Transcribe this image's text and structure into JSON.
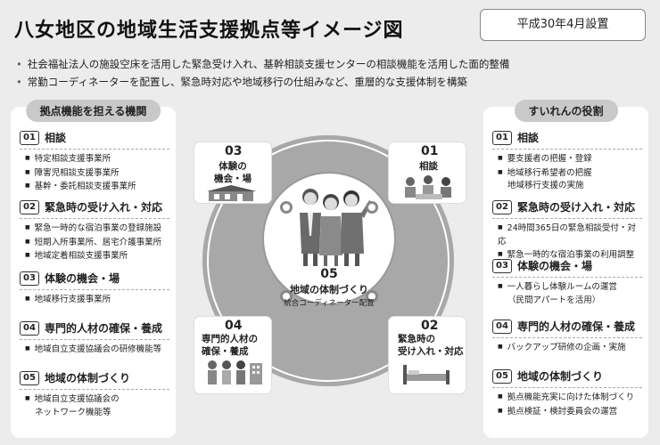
{
  "header": {
    "title": "八女地区の地域生活支援拠点等イメージ図",
    "date": "平成30年4月設置"
  },
  "bullets": [
    "社会福祉法人の施設空床を活用した緊急受け入れ、基幹相談支援センターの相談機能を活用した面的整備",
    "常勤コーディネーターを配置し、緊急時対応や地域移行の仕組みなど、重層的な支援体制を構築"
  ],
  "left_panel": {
    "title": "拠点機能を担える機関",
    "sections": [
      {
        "num": "01",
        "title": "相談",
        "items": [
          "特定相談支援事業所",
          "障害児相談支援事業所",
          "基幹・委託相談支援事業所"
        ]
      },
      {
        "num": "02",
        "title": "緊急時の受け入れ・対応",
        "items": [
          "緊急一時的な宿泊事業の登録施設",
          "短期入所事業所、居宅介護事業所",
          "地域定着相談支援事業所"
        ]
      },
      {
        "num": "03",
        "title": "体験の機会・場",
        "items": [
          "地域移行支援事業所"
        ]
      },
      {
        "num": "04",
        "title": "専門的人材の確保・養成",
        "items": [
          "地域自立支援協議会の研修機能等"
        ]
      },
      {
        "num": "05",
        "title": "地域の体制づくり",
        "items": [
          "地域自立支援協議会の",
          "ネットワーク機能等"
        ]
      }
    ]
  },
  "right_panel": {
    "title": "すいれんの役割",
    "sections": [
      {
        "num": "01",
        "title": "相談",
        "items": [
          "要支援者の把握・登録",
          "地域移行希望者の把握",
          "地域移行支援の実施"
        ]
      },
      {
        "num": "02",
        "title": "緊急時の受け入れ・対応",
        "items": [
          "24時間365日の緊急相談受付・対応",
          "緊急一時的な宿泊事業の利用調整"
        ]
      },
      {
        "num": "03",
        "title": "体験の機会・場",
        "items": [
          "一人暮らし体験ルームの運営",
          "（民間アパートを活用）"
        ]
      },
      {
        "num": "04",
        "title": "専門的人材の確保・養成",
        "items": [
          "バックアップ研修の企画・実施"
        ]
      },
      {
        "num": "05",
        "title": "地域の体制づくり",
        "items": [
          "拠点機能充実に向けた体制づくり",
          "拠点検証・検討委員会の運営"
        ]
      }
    ]
  },
  "center": {
    "num": "05",
    "title": "地域の体制づくり",
    "subtitle": "統合コーディネーター配置"
  },
  "cards": [
    {
      "num": "03",
      "lines": [
        "体験の",
        "機会・場"
      ]
    },
    {
      "num": "01",
      "lines": [
        "相談"
      ]
    },
    {
      "num": "04",
      "lines": [
        "専門的人材の",
        "確保・養成"
      ]
    },
    {
      "num": "02",
      "lines": [
        "緊急時の",
        "受け入れ・対応"
      ]
    }
  ],
  "icons": {
    "house": "house-icon",
    "meeting": "meeting-people-icon",
    "staff": "staff-people-icon",
    "bed": "bed-icon",
    "people": "coordinator-people-icon"
  }
}
